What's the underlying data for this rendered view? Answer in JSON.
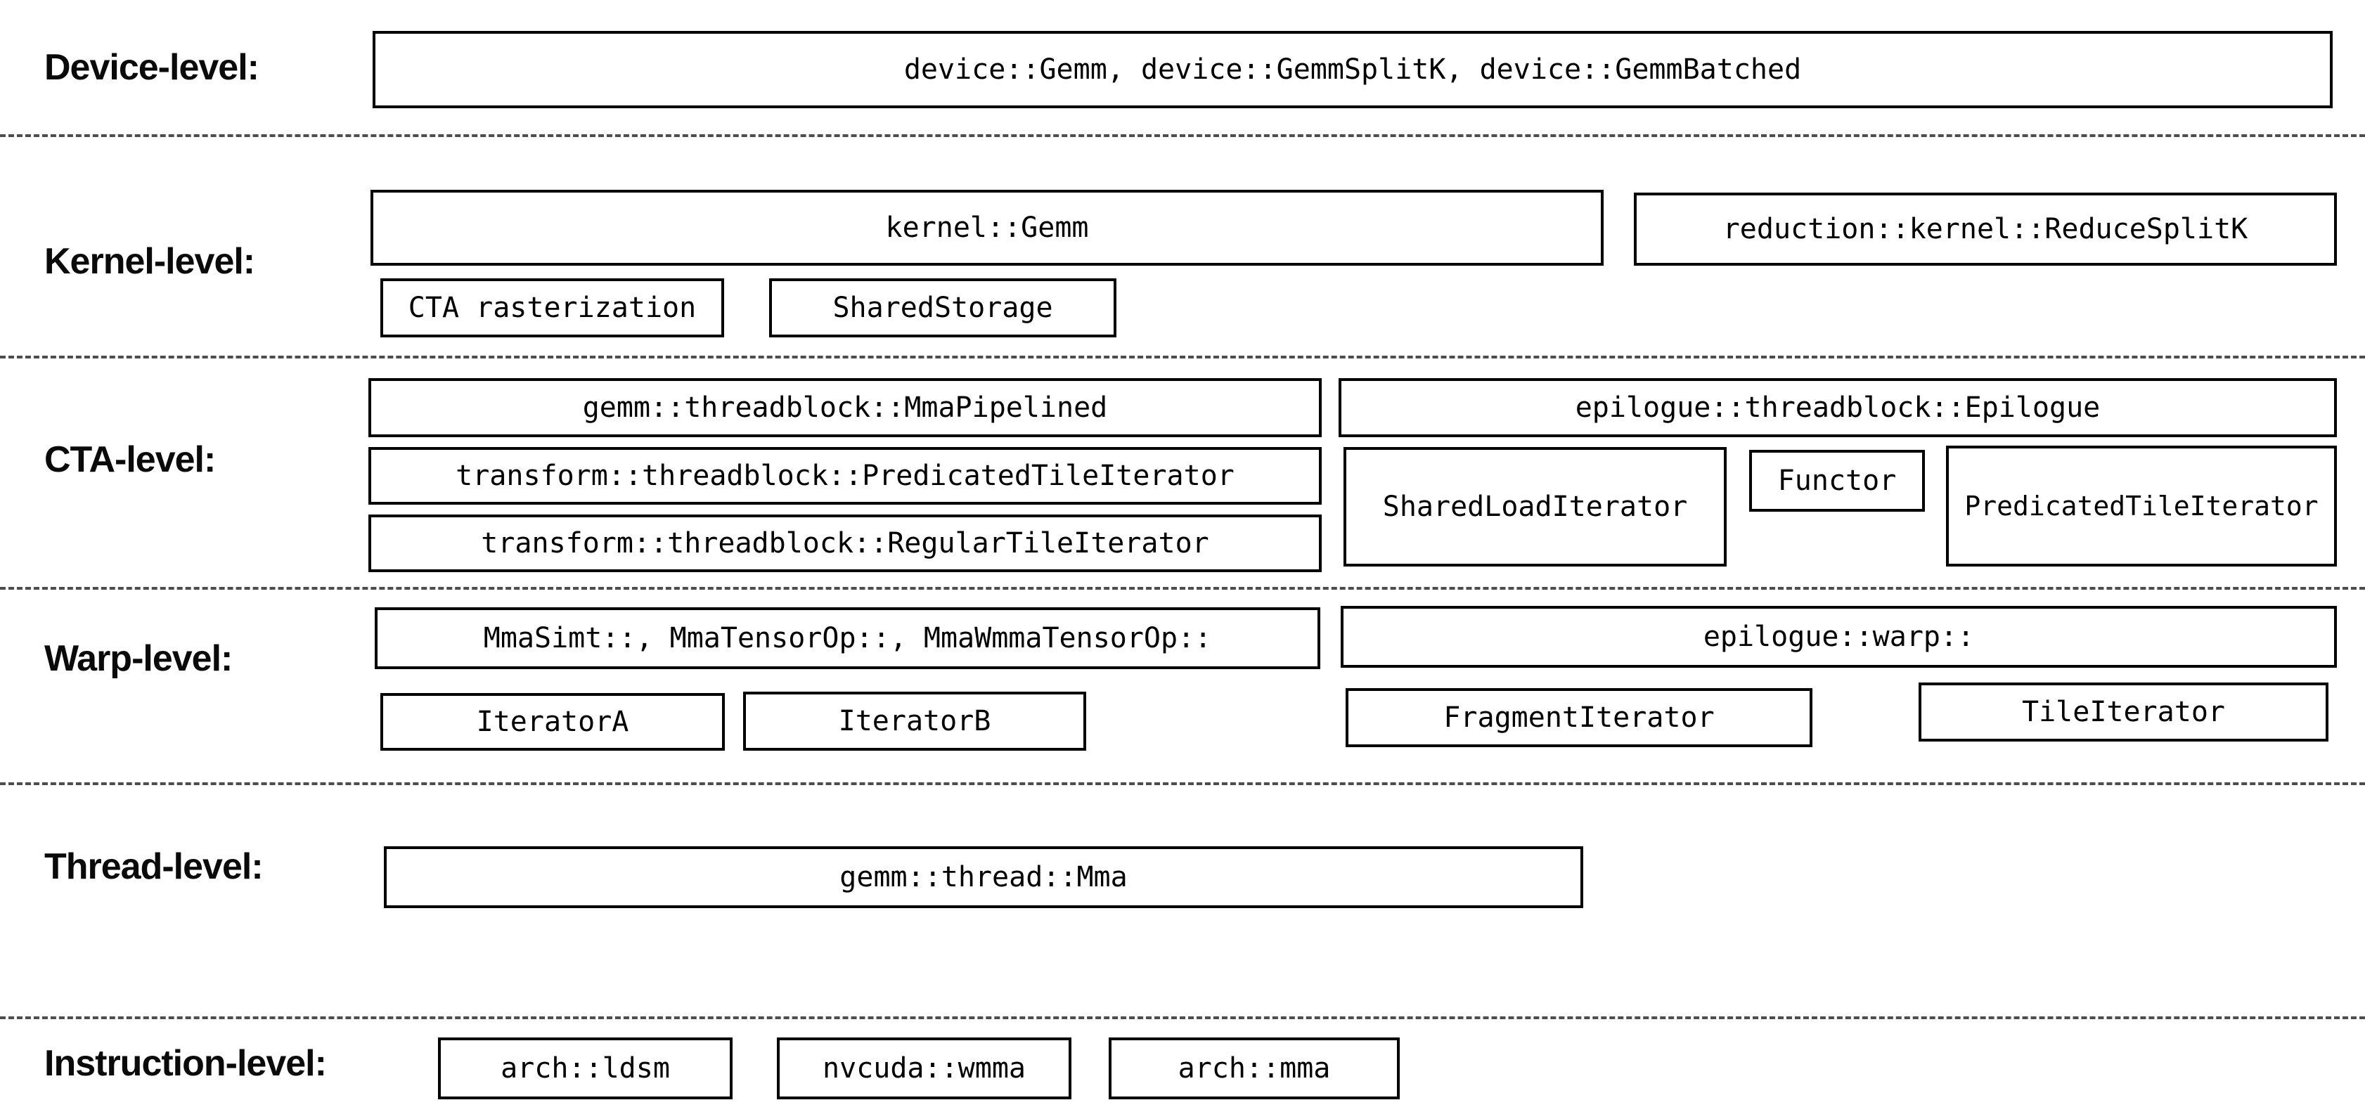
{
  "title": "CUTLASS GEMM hierarchy diagram",
  "colors": {
    "background": "#ffffff",
    "box_border": "#000000",
    "box_fill": "#ffffff",
    "label_text": "#0a0a0a",
    "separator": "#4d4d4d"
  },
  "levels": {
    "device": {
      "label": "Device-level:",
      "boxes": {
        "main": "device::Gemm, device::GemmSplitK, device::GemmBatched"
      }
    },
    "kernel": {
      "label": "Kernel-level:",
      "boxes": {
        "gemm": "kernel::Gemm",
        "reduce_splitk": "reduction::kernel::ReduceSplitK",
        "cta_rasterization": "CTA rasterization",
        "shared_storage": "SharedStorage"
      }
    },
    "cta": {
      "label": "CTA-level:",
      "boxes": {
        "mma_pipelined": "gemm::threadblock::MmaPipelined",
        "epilogue": "epilogue::threadblock::Epilogue",
        "predicated_tile_iterator_transform": "transform::threadblock::PredicatedTileIterator",
        "shared_load_iterator": "SharedLoadIterator",
        "functor": "Functor",
        "predicated_tile_iterator": "PredicatedTileIterator",
        "regular_tile_iterator": "transform::threadblock::RegularTileIterator"
      }
    },
    "warp": {
      "label": "Warp-level:",
      "boxes": {
        "mma_ops": "MmaSimt::, MmaTensorOp::, MmaWmmaTensorOp::",
        "epilogue_warp": "epilogue::warp::",
        "iterator_a": "IteratorA",
        "iterator_b": "IteratorB",
        "fragment_iterator": "FragmentIterator",
        "tile_iterator": "TileIterator"
      }
    },
    "thread": {
      "label": "Thread-level:",
      "boxes": {
        "mma": "gemm::thread::Mma"
      }
    },
    "instruction": {
      "label": "Instruction-level:",
      "boxes": {
        "arch_ldsm": "arch::ldsm",
        "nvcuda_wmma": "nvcuda::wmma",
        "arch_mma": "arch::mma"
      }
    }
  }
}
